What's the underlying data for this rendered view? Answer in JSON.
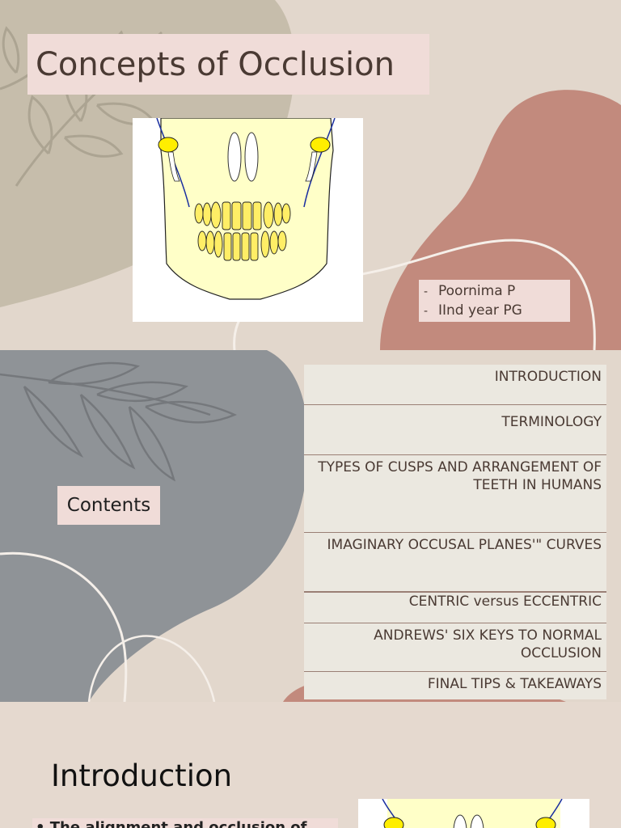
{
  "slide1": {
    "title": "Concepts of Occlusion",
    "image": "mandible-with-teeth-diagram",
    "author_lines": [
      "Poornima P",
      "IInd year PG"
    ],
    "bullet_glyph": "-"
  },
  "slide2": {
    "heading": "Contents",
    "toc_items": [
      "INTRODUCTION",
      "TERMINOLOGY",
      "TYPES OF CUSPS AND ARRANGEMENT OF TEETH IN HUMANS",
      "IMAGINARY OCCUSAL PLANES'\" CURVES",
      "CENTRIC versus ECCENTRIC",
      "ANDREWS' SIX KEYS TO NORMAL OCCLUSION",
      "FINAL TIPS & TAKEAWAYS"
    ]
  },
  "slide3": {
    "heading": "Introduction",
    "bullet_text": "• The  alignment and occlusion of",
    "image": "mandible-with-teeth-diagram"
  },
  "colors": {
    "background": "#e2d7cc",
    "pink_box": "#f0dcd8",
    "terracotta": "#c28a7d",
    "olive": "#c6bdab",
    "slate": "#8f9397",
    "table": "#ebe8e0",
    "text": "#4a3a33"
  }
}
